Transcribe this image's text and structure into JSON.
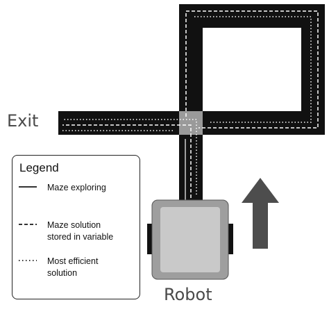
{
  "labels": {
    "exit": "Exit",
    "robot": "Robot"
  },
  "legend": {
    "title": "Legend",
    "items": [
      {
        "label": "Maze exploring",
        "line_style": "solid"
      },
      {
        "label": "Maze solution\nstored in variable",
        "line_style": "dashed"
      },
      {
        "label": "Most efficient\nsolution",
        "line_style": "dotted"
      }
    ]
  },
  "colors": {
    "maze_path": "#111111",
    "junction": "#9a9a9a",
    "robot_body": "#9e9e9e",
    "robot_inner": "#c9c9c9",
    "wheels": "#111111",
    "arrow": "#4d4d4d",
    "line_marks": "#ffffff"
  },
  "icons": {
    "direction": "up-arrow-icon",
    "robot": "robot-icon"
  }
}
